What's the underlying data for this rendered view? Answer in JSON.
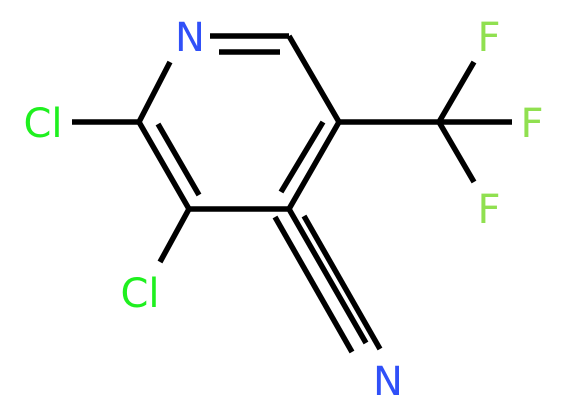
{
  "molecule": {
    "atoms": [
      {
        "id": "n_ring",
        "symbol": "N",
        "color": "#3050F8"
      },
      {
        "id": "cl_2",
        "symbol": "Cl",
        "color": "#1FF01F"
      },
      {
        "id": "cl_3",
        "symbol": "Cl",
        "color": "#1FF01F"
      },
      {
        "id": "n_nitrile",
        "symbol": "N",
        "color": "#3050F8"
      },
      {
        "id": "f_top",
        "symbol": "F",
        "color": "#90E050"
      },
      {
        "id": "f_right",
        "symbol": "F",
        "color": "#90E050"
      },
      {
        "id": "f_bottom",
        "symbol": "F",
        "color": "#90E050"
      }
    ]
  },
  "colors": {
    "bond": "#000000",
    "nitrogen": "#3050F8",
    "chlorine": "#1FF01F",
    "fluorine": "#90E050",
    "background": "#FFFFFF"
  }
}
